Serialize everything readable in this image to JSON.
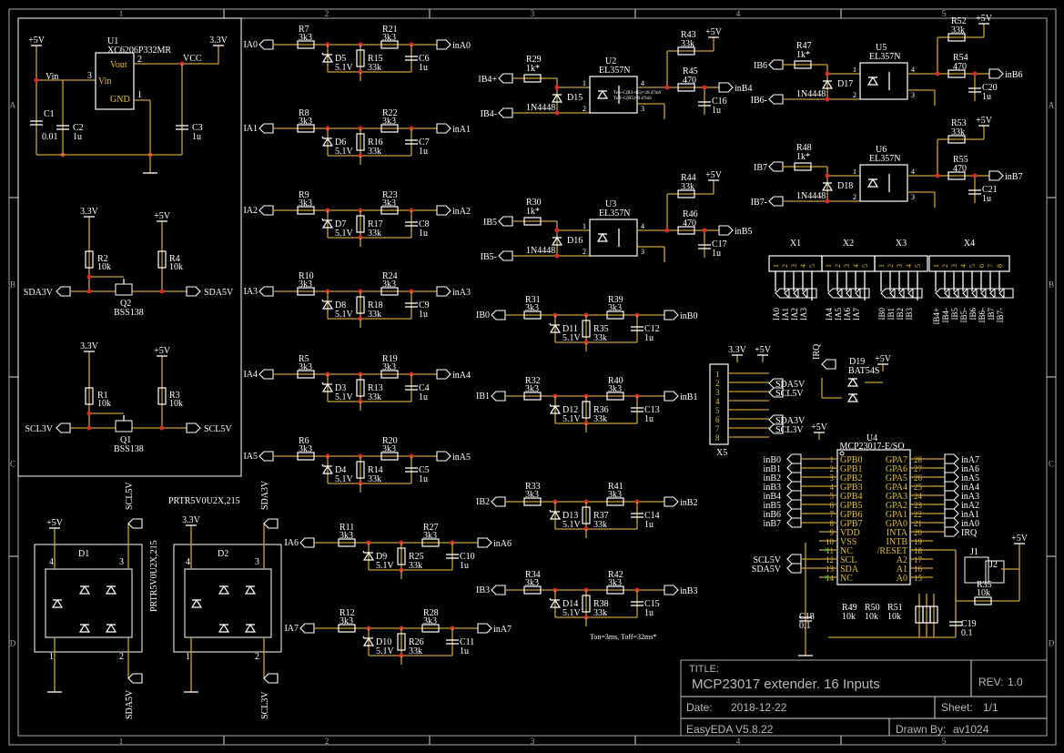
{
  "frame": {
    "cols": [
      "1",
      "2",
      "3",
      "4",
      "5"
    ],
    "rows": [
      "A",
      "B",
      "C",
      "D"
    ]
  },
  "regulator": {
    "ref": "U1",
    "part": "XC6206P332MR",
    "pin_vout": "Vout",
    "pin_vin": "Vin",
    "pin_gnd": "GND",
    "n_vin": "3",
    "n_vout": "2",
    "n_gnd": "1",
    "in_rail": "+5V",
    "out_rail": "3.3V",
    "vin_net": "Vin",
    "vcc_net": "VCC",
    "c1": "C1",
    "c1v": "0.01",
    "c2": "C2",
    "c2v": "1u",
    "c3": "C3",
    "c3v": "1u"
  },
  "level_shifters": [
    {
      "lo": "3.3V",
      "hi": "+5V",
      "r_lo": "R2",
      "r_lo_v": "10k",
      "r_hi": "R4",
      "r_hi_v": "10k",
      "q": "Q2",
      "q_part": "BSS138",
      "left": "SDA3V",
      "right": "SDA5V"
    },
    {
      "lo": "3.3V",
      "hi": "+5V",
      "r_lo": "R1",
      "r_lo_v": "10k",
      "r_hi": "R3",
      "r_hi_v": "10k",
      "q": "Q1",
      "q_part": "BSS138",
      "left": "SCL3V",
      "right": "SCL5V"
    }
  ],
  "tvs": {
    "part": "PRTR5V0U2X,215",
    "d1": {
      "ref": "D1",
      "vdd": "+5V",
      "top_net": "SCL5V",
      "bot_net": "SDA5V",
      "pins": [
        "4",
        "3",
        "1",
        "2"
      ]
    },
    "d2": {
      "ref": "D2",
      "vdd": "3.3V",
      "top_net": "SDA3V",
      "bot_net": "SCL3V",
      "pins": [
        "4",
        "3",
        "1",
        "2"
      ]
    }
  },
  "inputs_a": [
    {
      "net": "IA0",
      "r1": "R7",
      "r1v": "3k3",
      "r2": "R21",
      "r2v": "3k3",
      "d": "D5",
      "dv": "5.1V",
      "rp": "R15",
      "rpv": "33k",
      "c": "C6",
      "cv": "1u",
      "out": "inA0"
    },
    {
      "net": "IA1",
      "r1": "R8",
      "r1v": "3k3",
      "r2": "R22",
      "r2v": "3k3",
      "d": "D6",
      "dv": "5.1V",
      "rp": "R16",
      "rpv": "33k",
      "c": "C7",
      "cv": "1u",
      "out": "inA1"
    },
    {
      "net": "IA2",
      "r1": "R9",
      "r1v": "3k3",
      "r2": "R23",
      "r2v": "3k3",
      "d": "D7",
      "dv": "5.1V",
      "rp": "R17",
      "rpv": "33k",
      "c": "C8",
      "cv": "1u",
      "out": "inA2"
    },
    {
      "net": "IA3",
      "r1": "R10",
      "r1v": "3k3",
      "r2": "R24",
      "r2v": "3k3",
      "d": "D8",
      "dv": "5.1V",
      "rp": "R18",
      "rpv": "33k",
      "c": "C9",
      "cv": "1u",
      "out": "inA3"
    },
    {
      "net": "IA4",
      "r1": "R5",
      "r1v": "3k3",
      "r2": "R19",
      "r2v": "3k3",
      "d": "D3",
      "dv": "5.1V",
      "rp": "R13",
      "rpv": "33k",
      "c": "C4",
      "cv": "1u",
      "out": "inA4"
    },
    {
      "net": "IA5",
      "r1": "R6",
      "r1v": "3k3",
      "r2": "R20",
      "r2v": "3k3",
      "d": "D4",
      "dv": "5.1V",
      "rp": "R14",
      "rpv": "33k",
      "c": "C5",
      "cv": "1u",
      "out": "inA5"
    },
    {
      "net": "IA6",
      "r1": "R11",
      "r1v": "3k3",
      "r2": "R27",
      "r2v": "3k3",
      "d": "D9",
      "dv": "5.1V",
      "rp": "R25",
      "rpv": "33k",
      "c": "C10",
      "cv": "1u",
      "out": "inA6"
    },
    {
      "net": "IA7",
      "r1": "R12",
      "r1v": "3k3",
      "r2": "R28",
      "r2v": "3k3",
      "d": "D10",
      "dv": "5.1V",
      "rp": "R26",
      "rpv": "33k",
      "c": "C11",
      "cv": "1u",
      "out": "inA7"
    }
  ],
  "inputs_b": [
    {
      "net": "IB0",
      "r1": "R31",
      "r1v": "3k3",
      "r2": "R39",
      "r2v": "3k3",
      "d": "D11",
      "dv": "5.1V",
      "rp": "R35",
      "rpv": "33k",
      "c": "C12",
      "cv": "1u",
      "out": "inB0"
    },
    {
      "net": "IB1",
      "r1": "R32",
      "r1v": "3k3",
      "r2": "R40",
      "r2v": "3k3",
      "d": "D12",
      "dv": "5.1V",
      "rp": "R36",
      "rpv": "33k",
      "c": "C13",
      "cv": "1u",
      "out": "inB1"
    },
    {
      "net": "IB2",
      "r1": "R33",
      "r1v": "3k3",
      "r2": "R41",
      "r2v": "3k3",
      "d": "D13",
      "dv": "5.1V",
      "rp": "R37",
      "rpv": "33k",
      "c": "C14",
      "cv": "1u",
      "out": "inB2"
    },
    {
      "net": "IB3",
      "r1": "R34",
      "r1v": "3k3",
      "r2": "R42",
      "r2v": "3k3",
      "d": "D14",
      "dv": "5.1V",
      "rp": "R38",
      "rpv": "33k",
      "c": "C15",
      "cv": "1u",
      "out": "inB3"
    }
  ],
  "ib3_note": "Ton=3ms, Toff=32ms*",
  "opto": [
    {
      "inp": "IB4+",
      "inn": "IB4-",
      "r": "R29",
      "rv": "1k*",
      "d": "D15",
      "dn": "1N4448",
      "u": "U2",
      "part": "EL357N",
      "rup": "R43",
      "rupv": "33k",
      "rs": "R45",
      "rsv": "470",
      "c": "C16",
      "cv": "1u",
      "out": "inB4",
      "note": "Ton~C(R3+R5)=20.47mS\nToff~C(R5)=0.47mS"
    },
    {
      "inp": "IB5",
      "inn": "IB5-",
      "r": "R30",
      "rv": "1k*",
      "d": "D16",
      "dn": "1N4448",
      "u": "U3",
      "part": "EL357N",
      "rup": "R44",
      "rupv": "33k",
      "rs": "R46",
      "rsv": "470",
      "c": "C17",
      "cv": "1u",
      "out": "inB5",
      "note": ""
    },
    {
      "inp": "IB6",
      "inn": "IB6-",
      "r": "R47",
      "rv": "1k*",
      "d": "D17",
      "dn": "1N4448",
      "u": "U5",
      "part": "EL357N",
      "rup": "R52",
      "rupv": "33k",
      "rs": "R54",
      "rsv": "470",
      "c": "C20",
      "cv": "1u",
      "out": "inB6",
      "note": ""
    },
    {
      "inp": "IB7",
      "inn": "IB7-",
      "r": "R48",
      "rv": "1k*",
      "d": "D18",
      "dn": "1N4448",
      "u": "U6",
      "part": "EL357N",
      "rup": "R53",
      "rupv": "33k",
      "rs": "R55",
      "rsv": "470",
      "c": "C21",
      "cv": "1u",
      "out": "inB7",
      "note": ""
    }
  ],
  "opto_pins": [
    "1",
    "2",
    "3",
    "4"
  ],
  "vcc5": "+5V",
  "connectors": [
    {
      "ref": "X1",
      "pins": [
        "1",
        "2",
        "3",
        "4",
        "5"
      ],
      "nets": [
        "IA0",
        "IA1",
        "IA2",
        "IA3",
        ""
      ]
    },
    {
      "ref": "X2",
      "pins": [
        "1",
        "2",
        "3",
        "4",
        "5"
      ],
      "nets": [
        "IA4",
        "IA5",
        "IA6",
        "IA7",
        ""
      ]
    },
    {
      "ref": "X3",
      "pins": [
        "1",
        "2",
        "3",
        "4",
        "5"
      ],
      "nets": [
        "IB0",
        "IB1",
        "IB2",
        "IB3",
        ""
      ]
    },
    {
      "ref": "X4",
      "pins": [
        "1",
        "2",
        "3",
        "4",
        "5",
        "6",
        "7",
        "8"
      ],
      "nets": [
        "IB4+",
        "IB4-",
        "IB5",
        "IB5-",
        "IB6",
        "IB6-",
        "IB7",
        "IB7-"
      ]
    }
  ],
  "x5": {
    "ref": "X5",
    "pins": [
      "1",
      "2",
      "3",
      "4",
      "5",
      "6",
      "7",
      "8"
    ],
    "top": [
      "3.3V",
      "+5V"
    ],
    "nets": [
      "SDA5V",
      "SCL5V",
      "SDA3V",
      "SCL3V"
    ]
  },
  "irq": {
    "net": "IRQ",
    "d": "D19",
    "dpart": "BAT54S",
    "rail": "+5V"
  },
  "mcp": {
    "ref": "U4",
    "part": "MCP23017-E/SO",
    "rail": "+5V",
    "left": [
      {
        "n": "1",
        "pin": "GPB0",
        "net": "inB0"
      },
      {
        "n": "2",
        "pin": "GPB1",
        "net": "inB1"
      },
      {
        "n": "3",
        "pin": "GPB2",
        "net": "inB2"
      },
      {
        "n": "4",
        "pin": "GPB3",
        "net": "inB3"
      },
      {
        "n": "5",
        "pin": "GPB4",
        "net": "inB4"
      },
      {
        "n": "6",
        "pin": "GPB5",
        "net": "inB5"
      },
      {
        "n": "7",
        "pin": "GPB6",
        "net": "inB6"
      },
      {
        "n": "8",
        "pin": "GPB7",
        "net": "inB7"
      },
      {
        "n": "9",
        "pin": "VDD",
        "net": ""
      },
      {
        "n": "10",
        "pin": "VSS",
        "net": ""
      },
      {
        "n": "11",
        "pin": "NC",
        "net": ""
      },
      {
        "n": "12",
        "pin": "SCL",
        "net": "SCL5V"
      },
      {
        "n": "13",
        "pin": "SDA",
        "net": "SDA5V"
      },
      {
        "n": "14",
        "pin": "NC",
        "net": ""
      }
    ],
    "right": [
      {
        "n": "28",
        "pin": "GPA7",
        "net": "inA7"
      },
      {
        "n": "27",
        "pin": "GPA6",
        "net": "inA6"
      },
      {
        "n": "26",
        "pin": "GPA5",
        "net": "inA5"
      },
      {
        "n": "25",
        "pin": "GPA4",
        "net": "inA4"
      },
      {
        "n": "24",
        "pin": "GPA3",
        "net": "inA3"
      },
      {
        "n": "23",
        "pin": "GPA2",
        "net": "inA2"
      },
      {
        "n": "22",
        "pin": "GPA1",
        "net": "inA1"
      },
      {
        "n": "21",
        "pin": "GPA0",
        "net": "inA0"
      },
      {
        "n": "20",
        "pin": "INTA",
        "net": "IRQ"
      },
      {
        "n": "19",
        "pin": "INTB",
        "net": ""
      },
      {
        "n": "18",
        "pin": "/RESET",
        "net": ""
      },
      {
        "n": "17",
        "pin": "A2",
        "net": ""
      },
      {
        "n": "16",
        "pin": "A1",
        "net": ""
      },
      {
        "n": "15",
        "pin": "A0",
        "net": ""
      }
    ],
    "c18": "C18",
    "c18v": "0.1",
    "c19": "C19",
    "c19v": "0.1",
    "r49": "R49",
    "r50": "R50",
    "r51": "R51",
    "rv": "10k",
    "j1": "J1",
    "j2": "J2",
    "r35b": "R35",
    "r35v": "10k",
    "rail2": "+5V"
  },
  "title_block": {
    "title_label": "TITLE:",
    "title": "MCP23017 extender. 16 Inputs",
    "rev_label": "REV:",
    "rev": "1.0",
    "date_label": "Date:",
    "date": "2018-12-22",
    "sheet_label": "Sheet:",
    "sheet": "1/1",
    "tool": "EasyEDA V5.8.22",
    "drawn_label": "Drawn By:",
    "drawn": "av1024"
  }
}
